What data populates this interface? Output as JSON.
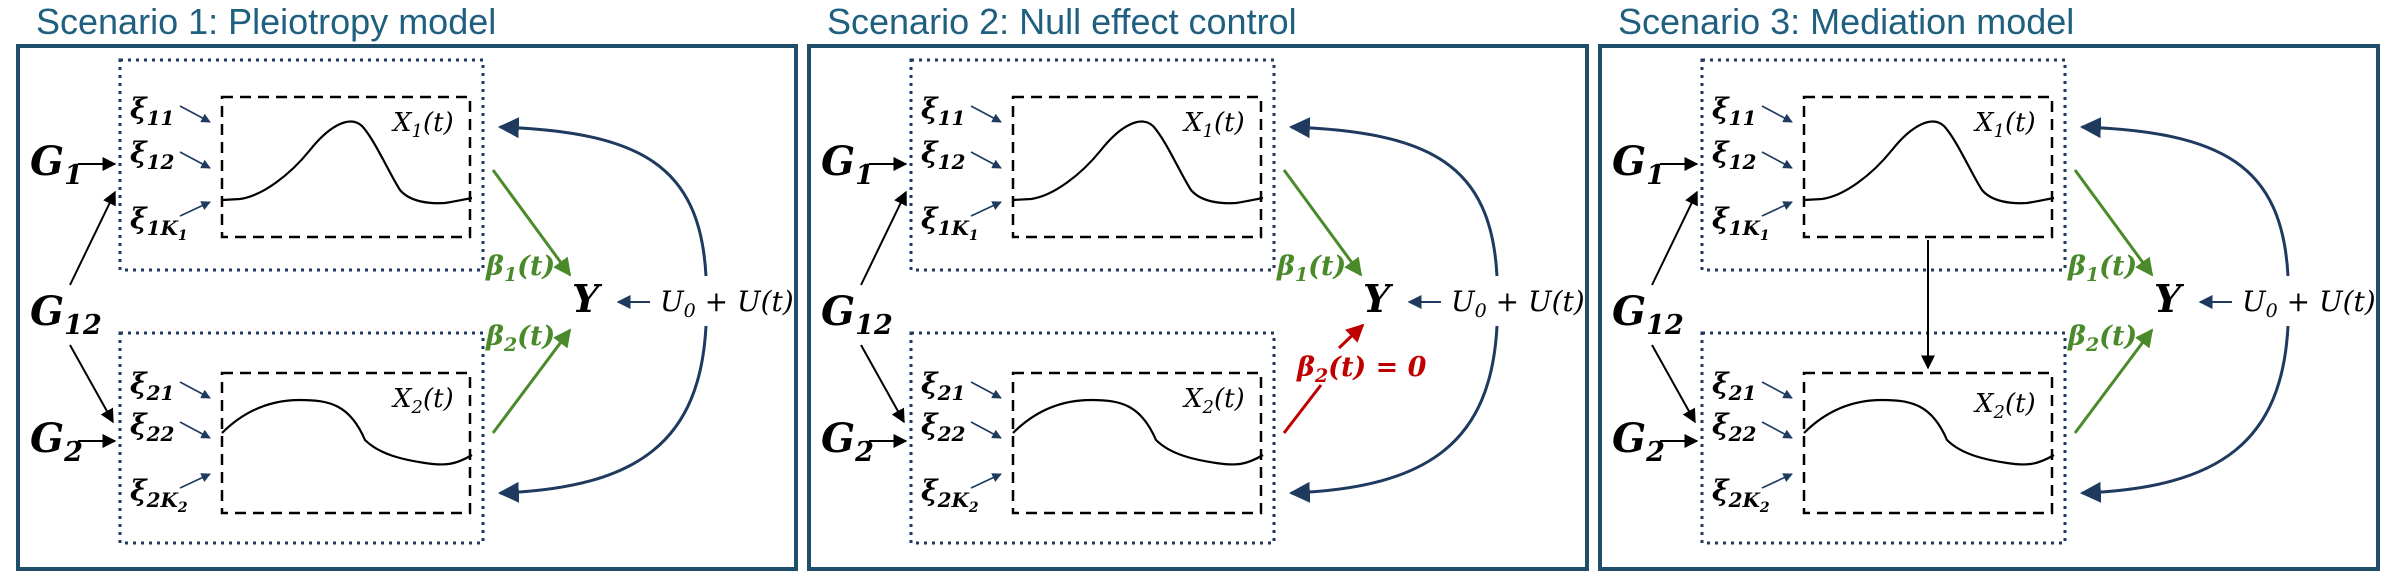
{
  "colors": {
    "title": "#1f5f7f",
    "frame": "#1f4e6b",
    "effect": "#4a8a2a",
    "null_effect": "#c00000",
    "feedback": "#1f3a5f",
    "black": "#000000"
  },
  "scenarios": [
    {
      "title": "Scenario 1: Pleiotropy model",
      "beta2_null": false,
      "mediation": false
    },
    {
      "title": "Scenario 2: Null effect control",
      "beta2_null": true,
      "mediation": false
    },
    {
      "title": "Scenario 3: Mediation model",
      "beta2_null": false,
      "mediation": true
    }
  ],
  "symbols": {
    "G": "G",
    "sub_1": "1",
    "sub_2": "2",
    "sub_12": "12",
    "xi": "ξ",
    "xi1_subs": [
      "11",
      "12",
      "1K"
    ],
    "xi2_subs": [
      "21",
      "22",
      "2K"
    ],
    "k1": "1",
    "k2": "2",
    "X": "X",
    "of_t": "(t)",
    "Y": "Y",
    "U": "U",
    "u0_sub": "0",
    "u_plus": " + ",
    "U_t": "U(t)",
    "beta": "β",
    "null_suffix": " = 0"
  }
}
